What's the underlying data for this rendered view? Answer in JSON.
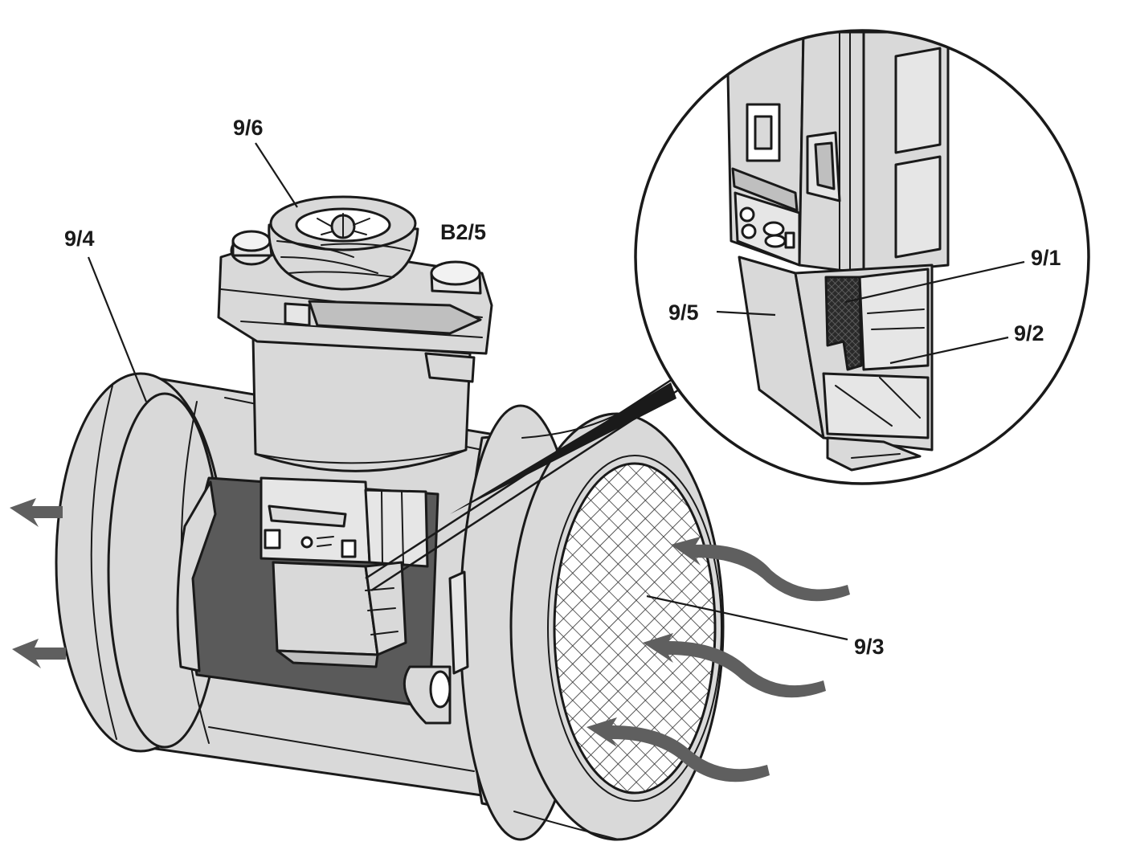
{
  "labels": {
    "l96": "9/6",
    "l94": "9/4",
    "lb25": "B2/5",
    "l91": "9/1",
    "l95": "9/5",
    "l92": "9/2",
    "l93": "9/3"
  },
  "colors": {
    "outline": "#1a1a1a",
    "body_fill": "#d9d9d9",
    "light_fill": "#e6e6e6",
    "dark_fill": "#5a5a5a",
    "arrow_fill": "#5f5f5f",
    "background": "#ffffff"
  }
}
